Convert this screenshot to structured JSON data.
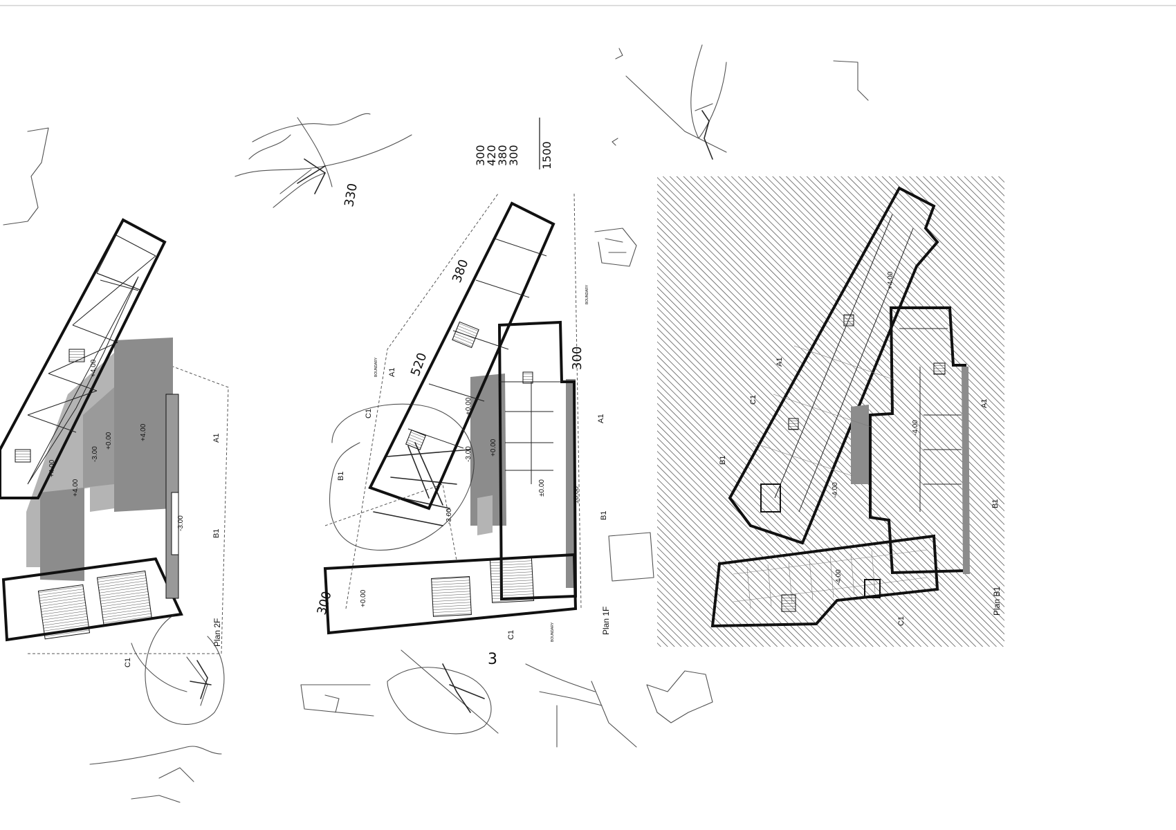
{
  "plans": [
    {
      "id": "plan-2f",
      "title": "Plan 2F",
      "levels": [
        "+4.00",
        "-3.00",
        "+0.00",
        "+4.00",
        "+4.00",
        "-3.00",
        "+4.00"
      ],
      "section_marks": [
        "A1",
        "B1",
        "C1"
      ]
    },
    {
      "id": "plan-1f",
      "title": "Plan 1F",
      "levels": [
        "+0.00",
        "-3.00",
        "+0.00",
        "-3.00",
        "±0.00",
        "+0.00",
        "±0.00"
      ],
      "section_marks": [
        "A1",
        "B1",
        "C1",
        "C1",
        "A1",
        "B1"
      ],
      "boundary": [
        "BOUNDARY",
        "BOUNDARY",
        "BOUNDARY"
      ]
    },
    {
      "id": "plan-b1",
      "title": "Plan B1",
      "levels": [
        "+4.00",
        "-4.00",
        "-4.00",
        "-4.00"
      ],
      "section_marks": [
        "A1",
        "C1",
        "B1",
        "A1",
        "B1",
        "C1"
      ]
    }
  ],
  "handwriting": {
    "stacked_numbers": [
      "300",
      "420",
      "380",
      "300",
      "1500"
    ],
    "dim_330": "330",
    "dim_380": "380",
    "dim_520": "520",
    "dim_300_right": "300",
    "dim_300_left": "300",
    "dim_3": "3"
  },
  "colors": {
    "paper": "#ffffff",
    "ink": "#111111",
    "fill_dark": "#8c8c8c",
    "fill_mid": "#b4b4b4",
    "hatch": "#444444"
  }
}
